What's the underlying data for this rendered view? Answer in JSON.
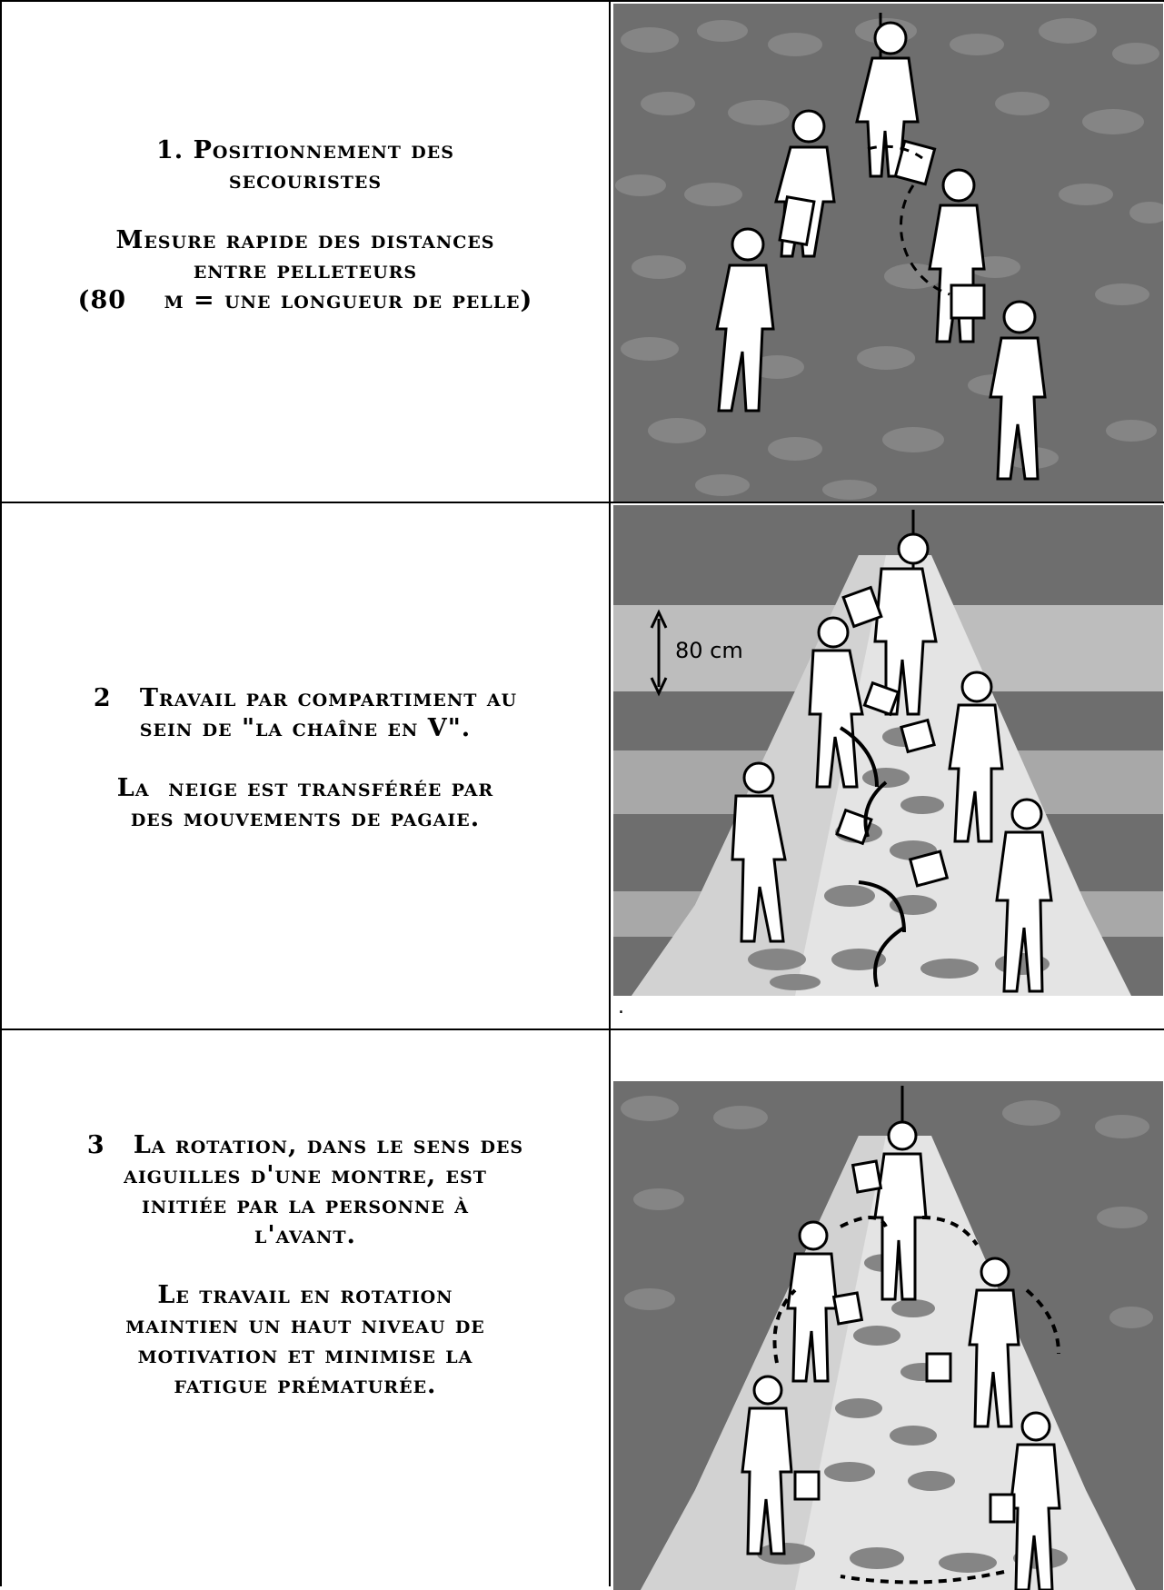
{
  "rows": [
    {
      "lines_a": [
        "1. Positionnement des",
        "secouristes"
      ],
      "lines_b": [
        "Mesure rapide des distances",
        "entre pelleteurs",
        "(80    m = une longueur de pelle)"
      ]
    },
    {
      "lines_a": [
        "2   Travail par compartiment au",
        "sein de \"la chaîne en V\"."
      ],
      "lines_b": [
        "La  neige est transférée par",
        "des mouvements de pagaie."
      ],
      "measure_label": "80 cm",
      "footnote": "."
    },
    {
      "lines_a": [
        "3   La rotation, dans le sens des",
        "aiguilles d'une montre, est",
        "initiée par la personne à",
        "l'avant."
      ],
      "lines_b": [
        "Le travail en rotation",
        "maintien un haut niveau de",
        "motivation et minimise la",
        "fatigue prématurée."
      ]
    }
  ],
  "colors": {
    "dark_gray": "#6e6e6e",
    "stone": "#858585",
    "snow": "#e4e4e4",
    "light_band": "#bdbdbd"
  }
}
